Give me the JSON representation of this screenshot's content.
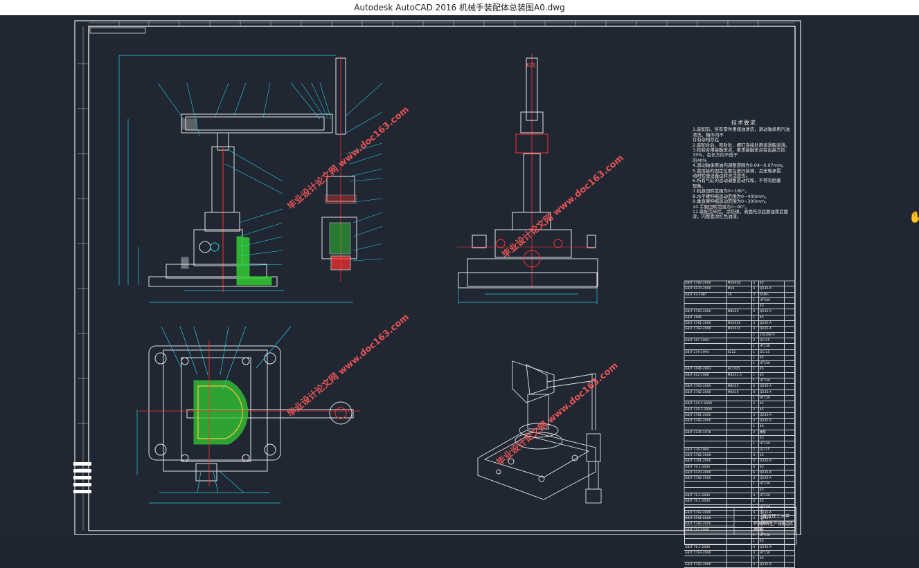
{
  "window": {
    "title": "Autodesk AutoCAD 2016     机械手装配体总装图A0.dwg"
  },
  "colors": {
    "background": "#202732",
    "line": "#e6e6e6",
    "cyan": "#25d0e0",
    "red": "#ff3030",
    "green": "#33cc33",
    "yellow": "#f4d03f"
  },
  "drawing": {
    "view_label_k": "K",
    "k_direction": "K向",
    "tech": {
      "title": "技术要求",
      "lines": [
        "1.装配前，所有零件用煤油清洗，滚动轴承用汽油",
        "清洗，箱体内不",
        "许有杂物存在",
        "2.装配合后，密封处、螺钉连接处用润滑脂润滑。",
        "3.检验合用接触斑点，要求接触斑点在齿高方向",
        "35%，齿长方向不低于",
        "的40%",
        "4.滚动轴承用油内调整游隙为0.04~0.07mm。",
        "5.我用装的固定位要在进行装调，且无轴承晃",
        "动时检查设备运转灵活是否。",
        "6.所有气缸的运动调整是动作和，不得有阻塞",
        "现象。",
        "7.机身回转范围为0~180°。",
        "8.水平臂伸缩运动范围为0~400mm。",
        "9.垂直臂伸缩运动范围为0~300mm。",
        "10.手腕回转范围为0~90°。",
        "11.装配完毕后，涂防锈，表面先涂底面油漆后面",
        "漆，内壁面涂红色油漆。"
      ]
    },
    "bom_rows": [
      [
        "GB/T 5782-2000",
        "M16X30",
        "4",
        "45",
        ""
      ],
      [
        "GB/T 6170-2000",
        "M16",
        "4",
        "Q235-A",
        ""
      ],
      [
        "GB/T 93-1987",
        "16",
        "4",
        "65Mn",
        ""
      ],
      [
        "",
        "",
        "1",
        "HT200",
        ""
      ],
      [
        "",
        "",
        "1",
        "45",
        ""
      ],
      [
        "GB/T 5783-2000",
        "M8X20",
        "6",
        "Q235-A",
        ""
      ],
      [
        "GB/T 1096",
        "",
        "1",
        "45",
        ""
      ],
      [
        "GB/T 5781-2000",
        "M10X50",
        "4",
        "Q235-A",
        ""
      ],
      [
        "GB/T 5782-2000",
        "M10X35",
        "4",
        "Q235-A",
        ""
      ],
      [
        "",
        "",
        "1",
        "20CrMnTi",
        ""
      ],
      [
        "GB/T 297-1994",
        "",
        "2",
        "GCr15",
        ""
      ],
      [
        "",
        "",
        "1",
        "HT150",
        ""
      ],
      [
        "GB/T 276-1994",
        "6212",
        "1",
        "GCr15",
        ""
      ],
      [
        "",
        "",
        "1",
        "45",
        ""
      ],
      [
        "",
        "",
        "1",
        "HT150",
        ""
      ],
      [
        "GB/T 1096-2003",
        "8X7X25",
        "1",
        "45",
        ""
      ],
      [
        "GB/T 812-1988",
        "M45X1.5",
        "1",
        "45",
        ""
      ],
      [
        "",
        "",
        "1",
        "HT150",
        ""
      ],
      [
        "GB/T 5783-2000",
        "M8X25",
        "6",
        "Q235-A",
        ""
      ],
      [
        "GB/T 5782-2000",
        "M6X16",
        "8",
        "Q235-A",
        ""
      ],
      [
        "",
        "",
        "1",
        "HT150",
        ""
      ],
      [
        "GB/T 119.2-2000",
        "",
        "2",
        "45",
        ""
      ],
      [
        "GB/T 119.2-2000",
        "",
        "2",
        "45",
        ""
      ],
      [
        "GB/T 5781-2000",
        "",
        "4",
        "Q235-A",
        ""
      ],
      [
        "GB/T 5782-2000",
        "",
        "4",
        "Q235-A",
        ""
      ],
      [
        "",
        "",
        "1",
        "45",
        ""
      ],
      [
        "GB/T 1235-1976",
        "",
        "2",
        "橡胶",
        ""
      ],
      [
        "",
        "",
        "1",
        "45",
        ""
      ],
      [
        "",
        "",
        "1",
        "HT150",
        ""
      ],
      [
        "GB/T 276-1994",
        "",
        "2",
        "GCr15",
        ""
      ],
      [
        "GB/T 5782-2000",
        "",
        "4",
        "45",
        ""
      ],
      [
        "GB/T 5781-2000",
        "",
        "4",
        "Q235-A",
        ""
      ],
      [
        "GB/T 70.1-2000",
        "",
        "6",
        "45",
        ""
      ],
      [
        "GB/T 6170-2000",
        "",
        "6",
        "Q235-A",
        ""
      ],
      [
        "GB/T 5782-2000",
        "",
        "4",
        "Q235-A",
        ""
      ],
      [
        "",
        "",
        "1",
        "HT150",
        ""
      ],
      [
        "",
        "",
        "1",
        "45",
        ""
      ],
      [
        "GB/T 70.1-2000",
        "",
        "4",
        "HT150",
        ""
      ],
      [
        "GB/T 70.1-2000",
        "",
        "4",
        "45",
        ""
      ],
      [
        "",
        "",
        "1",
        "HT150",
        ""
      ],
      [
        "GB/T 5782-2000",
        "",
        "4",
        "Q235-A",
        ""
      ],
      [
        "GB/T 5781-2000",
        "",
        "4",
        "Q235-A",
        ""
      ],
      [
        "GB/T 5782-2000",
        "",
        "4",
        "Q235-A",
        ""
      ],
      [
        "GB/T 117-2000",
        "",
        "2",
        "45",
        ""
      ],
      [
        "",
        "",
        "1",
        "HT150",
        ""
      ],
      [
        "",
        "",
        "1",
        "45",
        ""
      ],
      [
        "GB/T 70.1-2000",
        "",
        "4",
        "Q235-A",
        ""
      ],
      [
        "GB/T 5783-2000",
        "",
        "4",
        "HT150",
        ""
      ],
      [
        "",
        "",
        "1",
        "45",
        ""
      ],
      [
        "GB/T 5782-2000",
        "",
        "4",
        "Q235-A",
        ""
      ]
    ],
    "title_block": {
      "school": "武汉理工大学",
      "product": "汽车零件生产线搬运机械手"
    },
    "watermark": "毕业设计论文网 www.doc163.com"
  }
}
